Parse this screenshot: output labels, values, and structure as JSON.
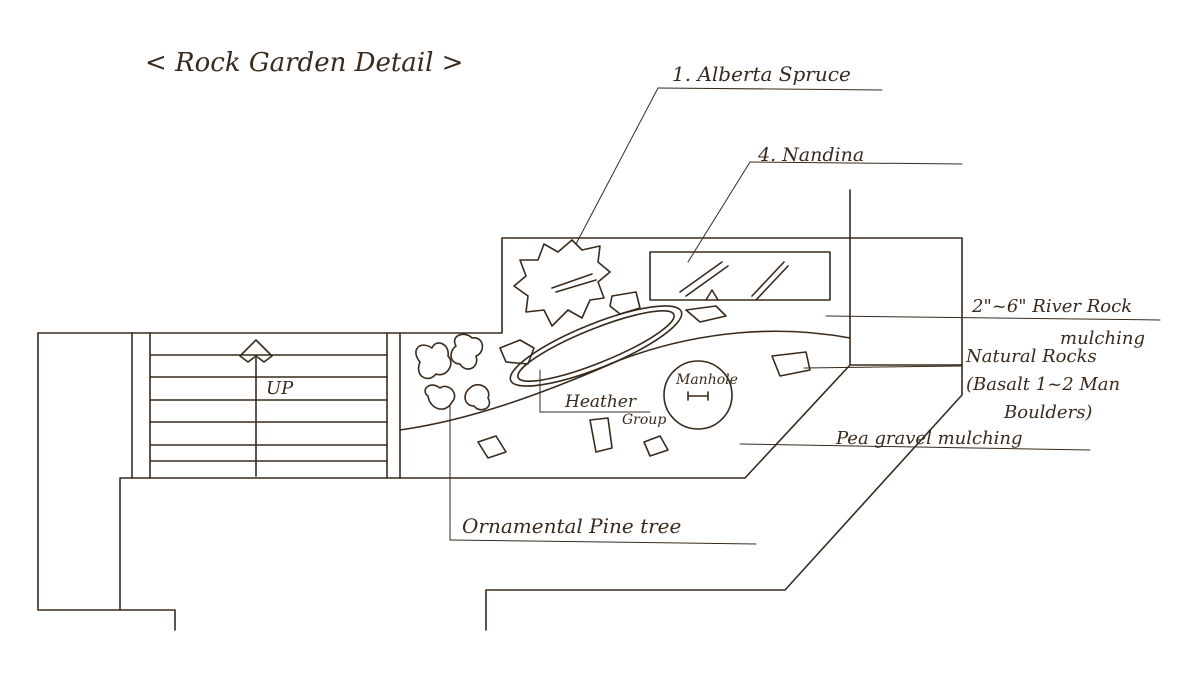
{
  "title": "< Rock Garden Detail >",
  "stair_label": "UP",
  "manhole_label": "Manhole",
  "labels": {
    "alberta_spruce": "1. Alberta Spruce",
    "nandina": "4. Nandina",
    "river_rock": "2\"~6\" River Rock",
    "river_rock_2": "mulching",
    "natural_rocks": "Natural Rocks",
    "natural_rocks_2": "(Basalt 1~2 Man",
    "natural_rocks_3": "Boulders)",
    "heather": "Heather",
    "heather_2": "Group",
    "pea_gravel": "Pea gravel mulching",
    "pine_tree": "Ornamental Pine tree"
  },
  "colors": {
    "ink": "#3a2a1c",
    "paper": "#ffffff"
  }
}
